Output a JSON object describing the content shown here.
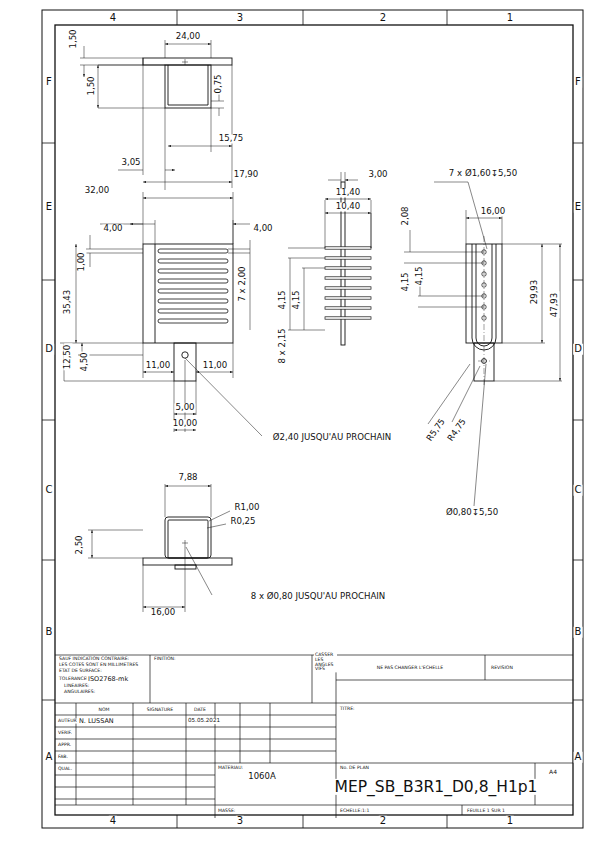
{
  "diagram": {
    "labels": [
      "4",
      "3",
      "2",
      "1",
      "F",
      "F",
      "E",
      "E",
      "D",
      "D",
      "C",
      "C",
      "B",
      "B",
      "A",
      "A",
      "4",
      "3",
      "2",
      "1",
      "1,50",
      "24,00",
      "1,50",
      "0,75",
      "15,75",
      "17,90",
      "3,05",
      "32,00",
      "11,40",
      "10,40",
      "3,00",
      "7 x Ø1,60↧5,50",
      "4,00",
      "4,00",
      "1,00",
      "2,08",
      "16,00",
      "35,43",
      "7 x 2,00",
      "4,15",
      "4,15",
      "4,15",
      "4,15",
      "29,93",
      "47,93",
      "12,50",
      "4,50",
      "11,00",
      "11,00",
      "8 x 2,15",
      "5,00",
      "10,00",
      "Ø2,40 JUSQU'AU PROCHAIN",
      "R5,75",
      "R4,75",
      "Ø0,80↧5,50",
      "7,88",
      "R1,00",
      "R0,25",
      "2,50",
      "8 x Ø0,80 JUSQU'AU PROCHAIN",
      "16,00",
      "SAUF INDICATION CONTRAIRE:",
      "LES COTES SONT EN MILLIMETRES",
      "ETAT DE SURFACE:",
      "TOLERANCES:",
      "ISO2768-mk",
      "LINEAIRES:",
      "ANGULAIRES:",
      "FINITION:",
      "CASSER LES ANGLES VIFS",
      "NE PAS CHANGER L'ECHELLE",
      "REVISION",
      "NOM",
      "SIGNATURE",
      "DATE",
      "AUTEUR",
      "N. LUSSAN",
      "05.05.2021",
      "VERIF.",
      "APPR.",
      "FAB.",
      "QUAL.",
      "TITRE:",
      "MATERIAU:",
      "1060A",
      "No. DE PLAN",
      "MEP_SB_B3R1_D0,8_H1p1",
      "A4",
      "MASSE:",
      "ECHELLE:1:1",
      "FEUILLE 1 SUR 1"
    ]
  }
}
